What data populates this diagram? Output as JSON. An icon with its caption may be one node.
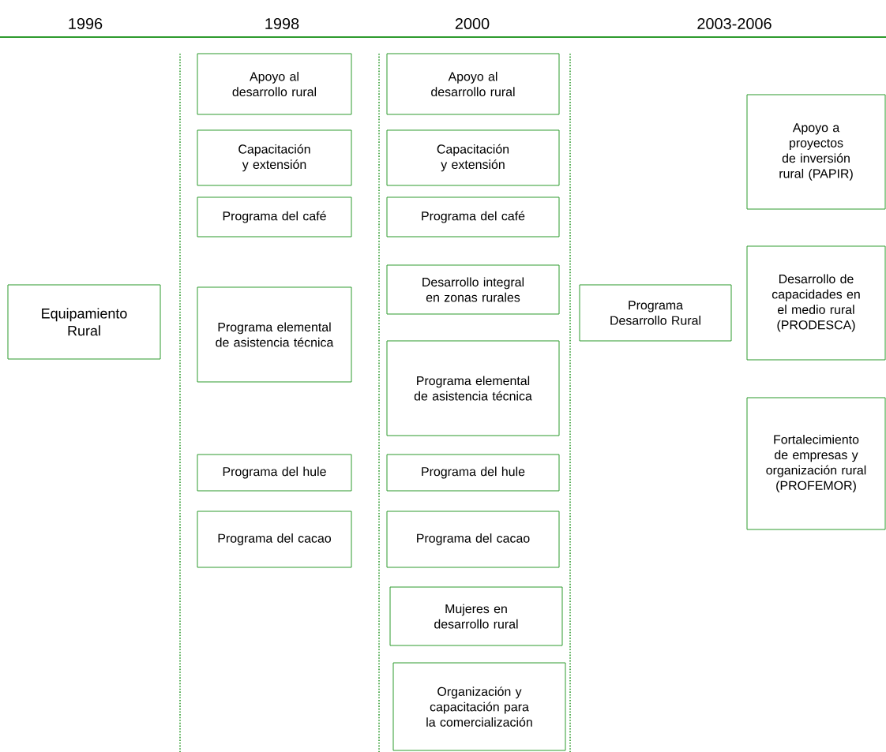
{
  "diagram": {
    "nodes": [
      {
        "text": [
          "Equipamiento Rural"
        ]
      },
      {
        "text": [
          "Apoyo al desarrollo rural"
        ]
      },
      {
        "text": [
          "Capacitación y extensión"
        ]
      },
      {
        "text": [
          "Programa del café"
        ]
      },
      {
        "text": [
          "Programa elemental de asistencia técnica"
        ]
      },
      {
        "text": [
          "Programa del hule"
        ]
      },
      {
        "text": [
          "Programa del cacao"
        ]
      },
      {
        "text": [
          "Apoyo al desarrollo rural"
        ]
      },
      {
        "text": [
          "Capacitación y extensión"
        ]
      },
      {
        "text": [
          "Programa del café"
        ]
      },
      {
        "text": [
          "Desarrollo integral en zonas rurales"
        ]
      },
      {
        "text": [
          "Programa elemental de asistencia técnica"
        ]
      },
      {
        "text": [
          "Programa del hule"
        ]
      },
      {
        "text": [
          "Programa del cacao"
        ]
      },
      {
        "text": [
          "Mujeres en desarrollo rural"
        ]
      },
      {
        "text": [
          "Organización y capacitación para la comercialización"
        ]
      },
      {
        "text": [
          "Programa Desarrollo Rural"
        ]
      },
      {
        "text": [
          "Apoyo a proyectos de inversión rural (PAPIR)"
        ]
      },
      {
        "text": [
          "Desarrollo de capacidades en el medio rural (PRODESCA)"
        ]
      },
      {
        "text": [
          "Fortalecimiento de empresas y organización rural (PROFEMOR)"
        ]
      }
    ],
    "labels": [
      "1996",
      "1998",
      "2000",
      "2003-2006"
    ]
  }
}
